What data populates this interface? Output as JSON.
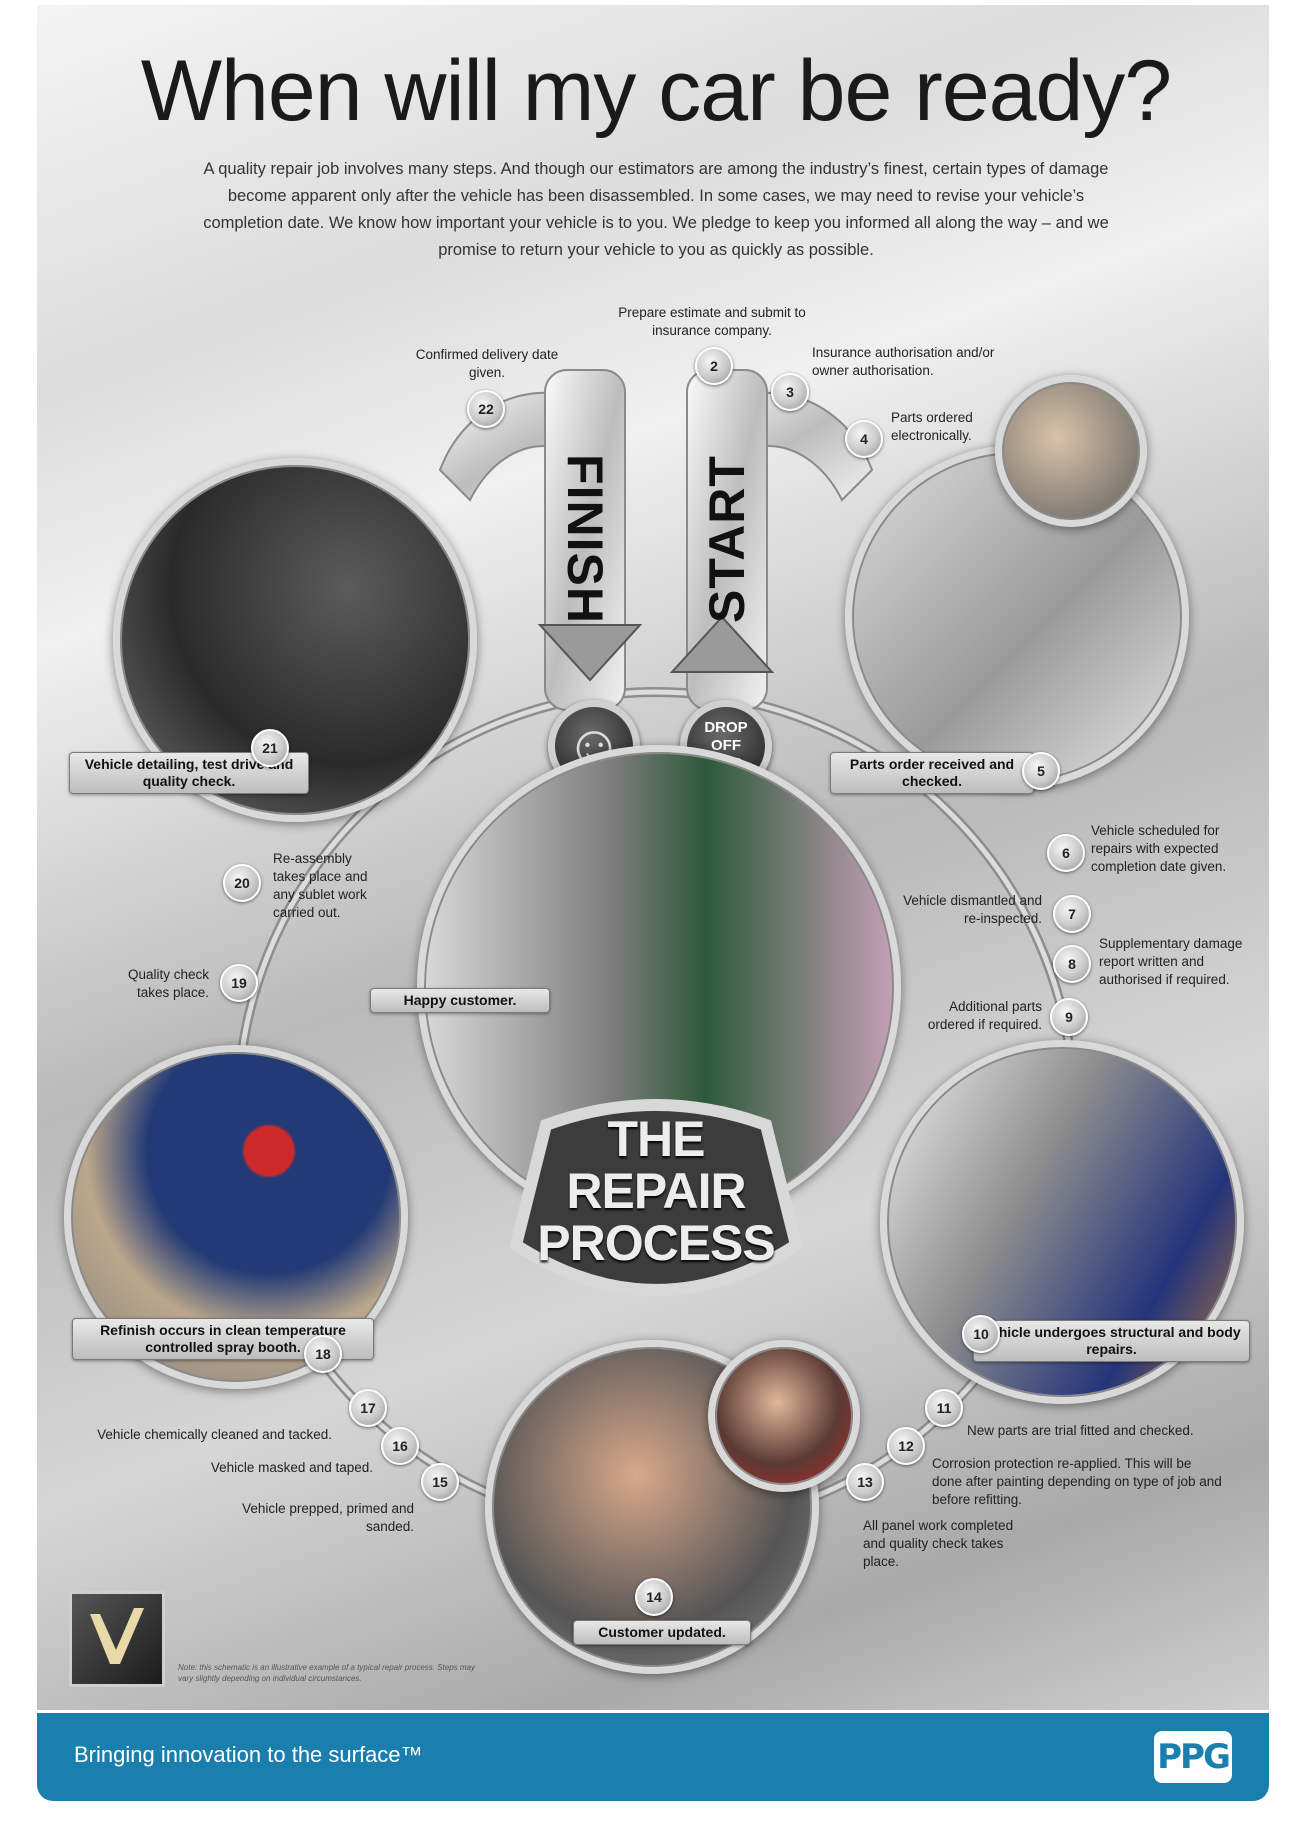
{
  "title": "When will my car be ready?",
  "intro": "A quality repair job involves many steps. And though our estimators are among the industry’s finest, certain types of damage become apparent only after the vehicle has been disassembled. In some cases, we may need to revise your vehicle’s completion date. We know how important your vehicle is to you. We pledge to keep you informed all along the way – and we promise to return your vehicle to you as quickly as possible.",
  "finish_label": "FINISH",
  "start_label": "START",
  "drop_off": "DROP OFF CAR",
  "center_title": [
    "THE",
    "REPAIR",
    "PROCESS"
  ],
  "steps": {
    "s2": "Prepare estimate and submit to insurance company.",
    "s3": "Insurance authorisation and/or owner authorisation.",
    "s4": "Parts ordered electronically.",
    "s5": "Parts order received and checked.",
    "s6": "Vehicle scheduled for repairs with expected completion date given.",
    "s7": "Vehicle dismantled and re-inspected.",
    "s8": "Supplementary damage report written and authorised if required.",
    "s9": "Additional parts ordered if required.",
    "s10": "Vehicle undergoes structural and body repairs.",
    "s11": "New parts are trial fitted and checked.",
    "s12": "Corrosion protection re-applied. This will be done after painting depending on type of job and before refitting.",
    "s13": "All panel work completed and quality check takes place.",
    "s14": "Customer updated.",
    "s15": "Vehicle prepped, primed and sanded.",
    "s16": "Vehicle masked and taped.",
    "s17": "Vehicle chemically cleaned and tacked.",
    "s18": "Refinish occurs in clean temperature controlled spray booth.",
    "s19": "Quality check takes place.",
    "s20": "Re-assembly takes place and any sublet work carried out.",
    "s21": "Vehicle detailing, test drive and quality check.",
    "s22": "Confirmed delivery date given.",
    "happy": "Happy customer."
  },
  "numbers": [
    "2",
    "3",
    "4",
    "5",
    "6",
    "7",
    "8",
    "9",
    "10",
    "11",
    "12",
    "13",
    "14",
    "15",
    "16",
    "17",
    "18",
    "19",
    "20",
    "21",
    "22"
  ],
  "footnote": "Note: this schematic is an illustrative example of a typical repair process. Steps may vary slightly depending on individual circumstances.",
  "footer": {
    "tagline": "Bringing innovation to the surface™",
    "logo_text": "PPG",
    "bg_color": "#1b7fae"
  },
  "icons": [
    "smiley-icon",
    "down-arrow-icon",
    "up-arrow-icon"
  ]
}
